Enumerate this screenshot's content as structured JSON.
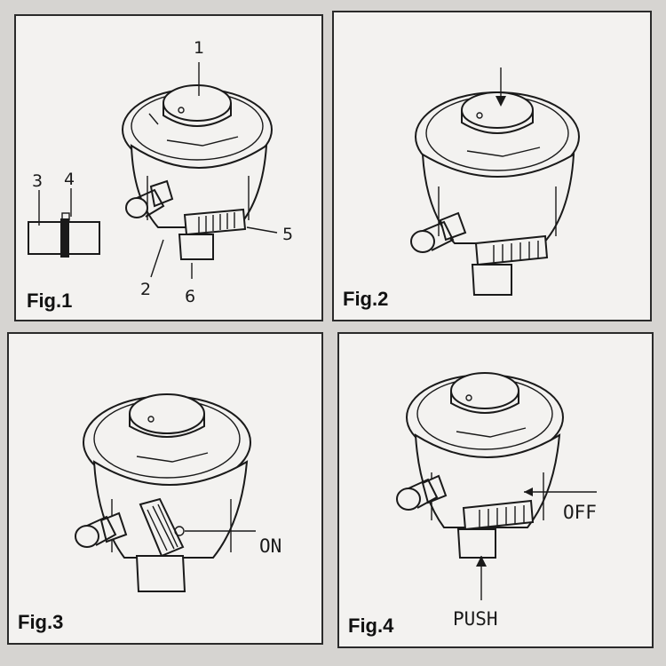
{
  "figures": [
    {
      "label": "Fig.1",
      "callouts": [
        "1",
        "2",
        "3",
        "4",
        "5",
        "6"
      ]
    },
    {
      "label": "Fig.2"
    },
    {
      "label": "Fig.3",
      "annotations": {
        "on": "ON"
      }
    },
    {
      "label": "Fig.4",
      "annotations": {
        "off": "OFF",
        "push": "PUSH"
      }
    }
  ]
}
